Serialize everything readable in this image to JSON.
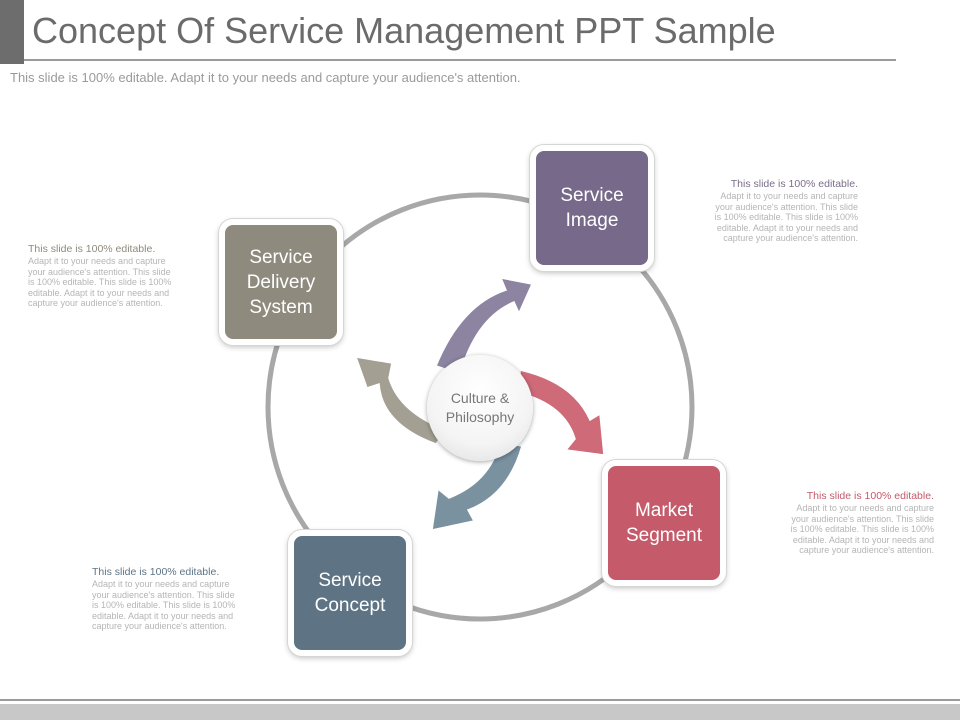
{
  "slide": {
    "title": "Concept Of Service Management PPT Sample",
    "subtitle": "This slide is 100% editable. Adapt it to your needs and capture your audience's attention."
  },
  "diagram": {
    "center": {
      "line1": "Culture &",
      "line2": "Philosophy"
    },
    "boxes": {
      "service_image": {
        "line1": "Service",
        "line2": "Image",
        "color": "#77698a"
      },
      "service_delivery_system": {
        "line1": "Service",
        "line2": "Delivery",
        "line3": "System",
        "color": "#8e8a7d"
      },
      "market_segment": {
        "line1": "Market",
        "line2": "Segment",
        "color": "#c45a6a"
      },
      "service_concept": {
        "line1": "Service",
        "line2": "Concept",
        "color": "#5e7485"
      }
    },
    "arrows": {
      "to_service_image": {
        "color": "#8c84a0"
      },
      "to_service_delivery": {
        "color": "#a39f93"
      },
      "to_market_segment": {
        "color": "#cf6a78"
      },
      "to_service_concept": {
        "color": "#7a91a0"
      }
    },
    "ring_color": "#a8a8a8"
  },
  "notes": {
    "service_image": {
      "heading": "This slide is 100% editable.",
      "lines": [
        "Adapt it to your needs and capture",
        "your audience's attention. This slide",
        "is 100% editable. This slide is 100%",
        "editable. Adapt it to your needs and",
        "capture your audience's attention."
      ],
      "heading_color": "#7a6e8c"
    },
    "service_delivery_system": {
      "heading": "This slide is 100% editable.",
      "lines": [
        "Adapt it to your needs and capture",
        "your audience's attention. This slide",
        "is 100% editable. This slide is 100%",
        "editable. Adapt it to your needs and",
        "capture your audience's attention."
      ],
      "heading_color": "#8e8a7d"
    },
    "market_segment": {
      "heading": "This slide is 100% editable.",
      "lines": [
        "Adapt it to your needs and capture",
        "your audience's attention. This slide",
        "is 100% editable. This slide is 100%",
        "editable. Adapt it to your needs and",
        "capture your audience's attention."
      ],
      "heading_color": "#c45a6a"
    },
    "service_concept": {
      "heading": "This slide is 100% editable.",
      "lines": [
        "Adapt it to your needs and capture",
        "your audience's attention. This slide",
        "is 100% editable. This slide is 100%",
        "editable. Adapt it to your needs and",
        "capture your audience's attention."
      ],
      "heading_color": "#5e7485"
    }
  }
}
